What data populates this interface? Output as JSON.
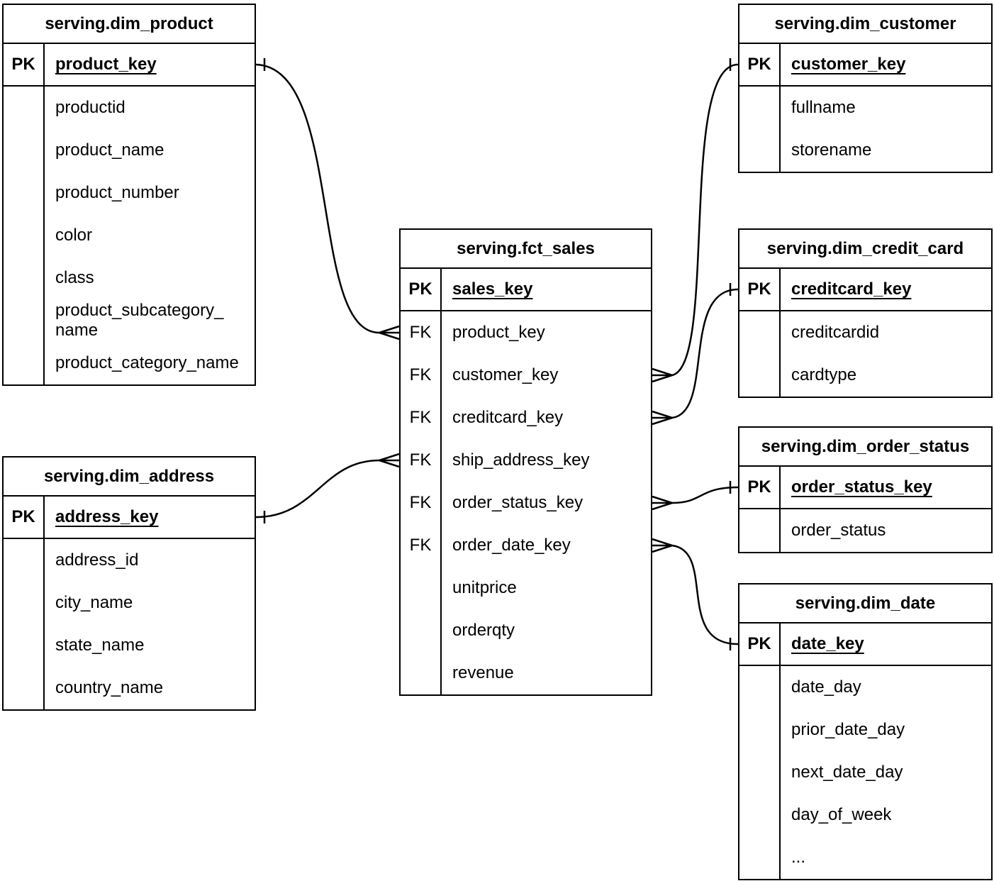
{
  "colors": {
    "stroke": "#000000",
    "text": "#000000",
    "background": "#ffffff",
    "table_fill": "#ffffff"
  },
  "tables": [
    {
      "title": "serving.dim_product",
      "pk": {
        "tag": "PK",
        "field": "product_key"
      },
      "rows": [
        {
          "tag": "",
          "field": "productid"
        },
        {
          "tag": "",
          "field": "product_name"
        },
        {
          "tag": "",
          "field": "product_number"
        },
        {
          "tag": "",
          "field": "color"
        },
        {
          "tag": "",
          "field": "class"
        },
        {
          "tag": "",
          "field": "product_subcategory_name"
        },
        {
          "tag": "",
          "field": "product_category_name"
        }
      ]
    },
    {
      "title": "serving.dim_customer",
      "pk": {
        "tag": "PK",
        "field": "customer_key"
      },
      "rows": [
        {
          "tag": "",
          "field": "fullname"
        },
        {
          "tag": "",
          "field": "storename"
        }
      ]
    },
    {
      "title": "serving.fct_sales",
      "pk": {
        "tag": "PK",
        "field": "sales_key"
      },
      "rows": [
        {
          "tag": "FK",
          "field": "product_key"
        },
        {
          "tag": "FK",
          "field": "customer_key"
        },
        {
          "tag": "FK",
          "field": "creditcard_key"
        },
        {
          "tag": "FK",
          "field": "ship_address_key"
        },
        {
          "tag": "FK",
          "field": "order_status_key"
        },
        {
          "tag": "FK",
          "field": "order_date_key"
        },
        {
          "tag": "",
          "field": "unitprice"
        },
        {
          "tag": "",
          "field": "orderqty"
        },
        {
          "tag": "",
          "field": "revenue"
        }
      ]
    },
    {
      "title": "serving.dim_credit_card",
      "pk": {
        "tag": "PK",
        "field": "creditcard_key"
      },
      "rows": [
        {
          "tag": "",
          "field": "creditcardid"
        },
        {
          "tag": "",
          "field": "cardtype"
        }
      ]
    },
    {
      "title": "serving.dim_order_status",
      "pk": {
        "tag": "PK",
        "field": "order_status_key"
      },
      "rows": [
        {
          "tag": "",
          "field": "order_status"
        }
      ]
    },
    {
      "title": "serving.dim_date",
      "pk": {
        "tag": "PK",
        "field": "date_key"
      },
      "rows": [
        {
          "tag": "",
          "field": "date_day"
        },
        {
          "tag": "",
          "field": "prior_date_day"
        },
        {
          "tag": "",
          "field": "next_date_day"
        },
        {
          "tag": "",
          "field": "day_of_week"
        },
        {
          "tag": "",
          "field": "..."
        }
      ]
    },
    {
      "title": "serving.dim_address",
      "pk": {
        "tag": "PK",
        "field": "address_key"
      },
      "rows": [
        {
          "tag": "",
          "field": "address_id"
        },
        {
          "tag": "",
          "field": "city_name"
        },
        {
          "tag": "",
          "field": "state_name"
        },
        {
          "tag": "",
          "field": "country_name"
        }
      ]
    }
  ],
  "relationships": [
    {
      "from": "serving.fct_sales.product_key",
      "to": "serving.dim_product.product_key",
      "from_end": "many (crow's foot)",
      "to_end": "one (tick)"
    },
    {
      "from": "serving.fct_sales.customer_key",
      "to": "serving.dim_customer.customer_key",
      "from_end": "many (crow's foot)",
      "to_end": "one (tick)"
    },
    {
      "from": "serving.fct_sales.creditcard_key",
      "to": "serving.dim_credit_card.creditcard_key",
      "from_end": "many (crow's foot)",
      "to_end": "one (tick)"
    },
    {
      "from": "serving.fct_sales.ship_address_key",
      "to": "serving.dim_address.address_key",
      "from_end": "many (crow's foot)",
      "to_end": "one (tick)"
    },
    {
      "from": "serving.fct_sales.order_status_key",
      "to": "serving.dim_order_status.order_status_key",
      "from_end": "many (crow's foot)",
      "to_end": "one (tick)"
    },
    {
      "from": "serving.fct_sales.order_date_key",
      "to": "serving.dim_date.date_key",
      "from_end": "many (crow's foot)",
      "to_end": "one (tick)"
    }
  ]
}
